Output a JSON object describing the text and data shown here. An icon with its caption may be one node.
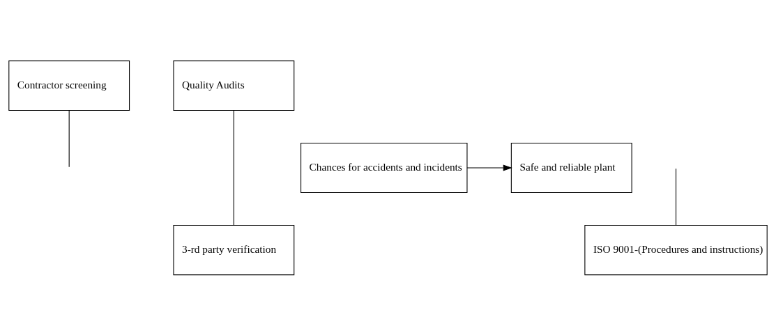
{
  "diagram": {
    "nodes": [
      {
        "text": [
          "Contractor screening"
        ]
      },
      {
        "text": [
          "Quality Audits"
        ]
      },
      {
        "text": [
          "Chances for accidents and incidents"
        ]
      },
      {
        "text": [
          "Safe and reliable plant"
        ]
      },
      {
        "text": [
          "3-rd party verification"
        ]
      },
      {
        "text": [
          "ISO 9001-(Procedures and instructions)"
        ]
      }
    ],
    "edges": [
      {
        "from": 2,
        "to": 3,
        "arrow": "to"
      },
      {
        "from": 0,
        "to": null,
        "arrow": "none"
      },
      {
        "from": null,
        "to": 5,
        "arrow": "none"
      },
      {
        "from": 1,
        "to": 4,
        "arrow": "none"
      }
    ]
  }
}
